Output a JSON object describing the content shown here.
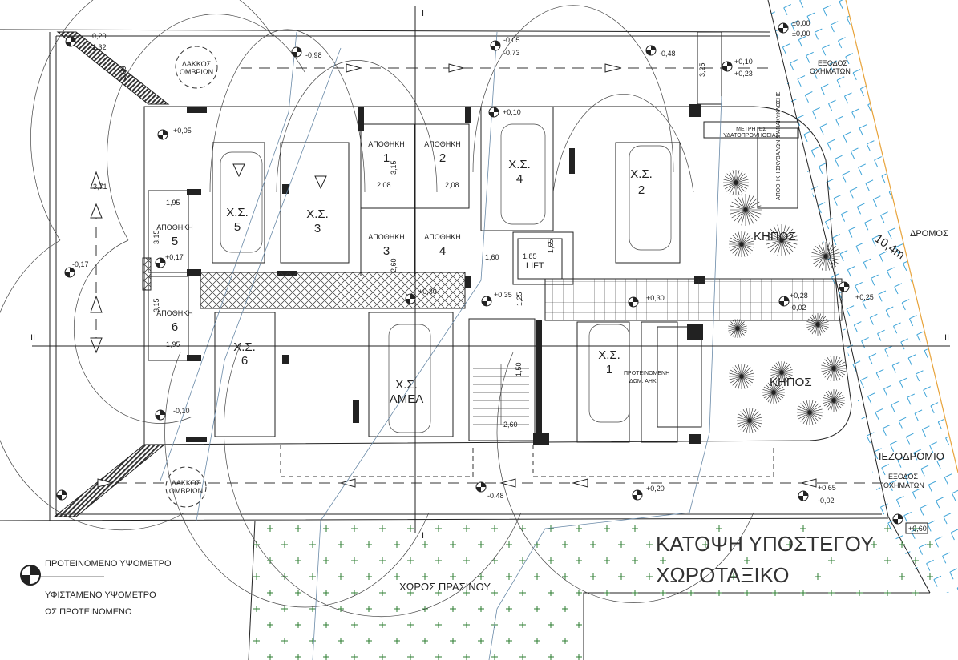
{
  "drawing": {
    "title_line1": "ΚΑΤΟΨΗ ΥΠΟΣΤΕΓΟΥ",
    "title_line2": "ΧΩΡΟΤΑΞΙΚΟ",
    "section_marker_1": "I",
    "section_marker_2": "II"
  },
  "legend": {
    "proposed": "ΠΡΟΤΕΙΝΟΜΕΝΟ ΥΨΟΜΕΤΡΟ",
    "existing": "ΥΦΙΣΤΑΜΕΝΟ ΥΨΟΜΕΤΡΟ",
    "existing_2": "ΩΣ     ΠΡΟΤΕΙΝΟΜΕΝΟ"
  },
  "areas": {
    "road": "ΔΡΟΜΟΣ",
    "road_width": "10,4m",
    "sidewalk": "ΠΕΖΟΔΡΟΜΙΟ",
    "vehicle_exit_1": "ΕΞΟΔΟΣ",
    "vehicle_exit_2": "ΟΧΗΜΑΤΩΝ",
    "green_space": "ΧΩΡΟΣ ΠΡΑΣΙΝΟΥ",
    "garden": "ΚΗΠΟΣ",
    "rain_pit_1": "ΛΑΚΚΟΣ",
    "rain_pit_2": "ΟΜΒΡΙΩΝ",
    "water_meters_1": "ΜΕΤΡΗΤΕΣ",
    "water_meters_2": "ΥΔΑΤΟΠΡΟΜΗΘΕΙΑΣ",
    "refuse_store": "ΑΠΟΘΗΚΗ ΣΚΥΒΑΛΩΝ & ΑΝΑΚΥΚΛΩΣΗΣ",
    "eac_room_1": "ΠΡΟΤΕΙΝΟΜΕΝΗ",
    "eac_room_2": "ΔΩΜ. ΑΗΚ",
    "lift": "LIFT"
  },
  "storage": {
    "label": "ΑΠΟΘΗΚΗ",
    "numbers": [
      "1",
      "2",
      "3",
      "4",
      "5",
      "6"
    ]
  },
  "parking": {
    "prefix": "Χ.Σ.",
    "spaces": [
      "1",
      "2",
      "3",
      "4",
      "5",
      "6"
    ],
    "disabled": "ΑΜΕΑ"
  },
  "dimensions": {
    "d309": "3,09",
    "d325": "3,25",
    "d371": "3,71",
    "d195": "1,95",
    "d315": "3,15",
    "d208": "2,08",
    "d260": "2,60",
    "d160": "1,60",
    "d185": "1,85",
    "d165": "1,65",
    "d125": "1,25",
    "d150": "1,50"
  },
  "levels": {
    "m020": "-0,20",
    "m132": "-1,32",
    "m098": "-0,98",
    "m005": "-0,05",
    "m073": "-0,73",
    "m048": "-0,48",
    "p010": "+0,10",
    "p023": "+0,23",
    "pm000": "±0,00",
    "p005": "+0,05",
    "m017": "-0,17",
    "p017": "+0,17",
    "p030": "+0,30",
    "p035": "+0,35",
    "p028": "+0,28",
    "m002": "-0,02",
    "p025": "+0,25",
    "m010": "-0,10",
    "p020": "+0,20",
    "p065": "+0,65",
    "p060": "+0,60"
  },
  "colors": {
    "line": "#222222",
    "hatch_blue": "#3fa4d8",
    "plant_green": "#2e7d32",
    "boundary_orange": "#e8a33a"
  }
}
